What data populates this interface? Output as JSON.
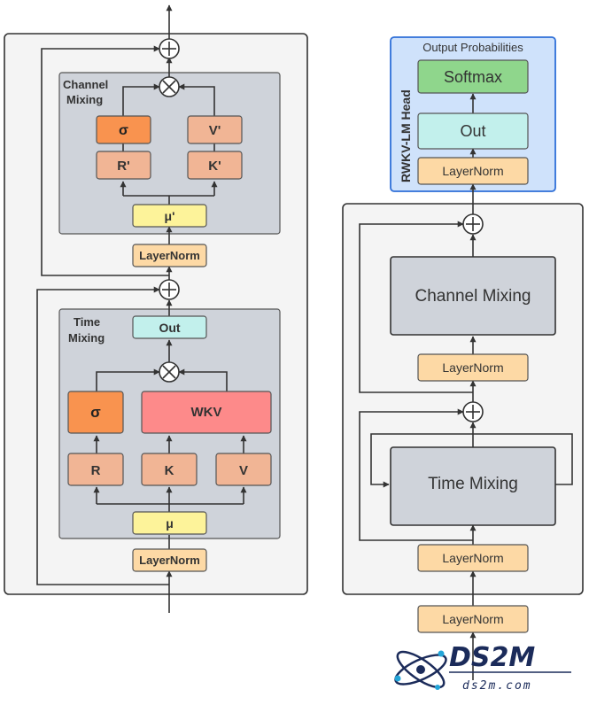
{
  "left_block": {
    "channel_mixing": {
      "title_line1": "Channel",
      "title_line2": "Mixing",
      "sigma": "σ",
      "r_prime": "R'",
      "v_prime": "V'",
      "k_prime": "K'",
      "mu_prime": "μ'",
      "layernorm": "LayerNorm"
    },
    "time_mixing": {
      "title_line1": "Time",
      "title_line2": "Mixing",
      "out": "Out",
      "sigma": "σ",
      "wkv": "WKV",
      "r": "R",
      "k": "K",
      "v": "V",
      "mu": "μ",
      "layernorm": "LayerNorm"
    }
  },
  "right_block": {
    "head": {
      "vertical_label": "RWKV-LM Head",
      "output_label": "Output Probabilities",
      "softmax": "Softmax",
      "out": "Out",
      "layernorm": "LayerNorm"
    },
    "channel_mixing": "Channel Mixing",
    "layernorm_upper": "LayerNorm",
    "time_mixing": "Time Mixing",
    "layernorm_lower": "LayerNorm",
    "layernorm_input": "LayerNorm"
  },
  "watermark": {
    "brand": "DS2M",
    "site": "ds2m.com"
  },
  "colors": {
    "panel_bg": "#f4f4f4",
    "inner_bg": "#cfd3da",
    "layernorm": "#fdd9a5",
    "mu": "#fdf39a",
    "sigma": "#f9934f",
    "rkv": "#f1b595",
    "wkv": "#fd8a8a",
    "out": "#c2f0ec",
    "softmax": "#8fd68c",
    "head_bg": "#cfe2fb",
    "head_border": "#2e6fd8"
  }
}
